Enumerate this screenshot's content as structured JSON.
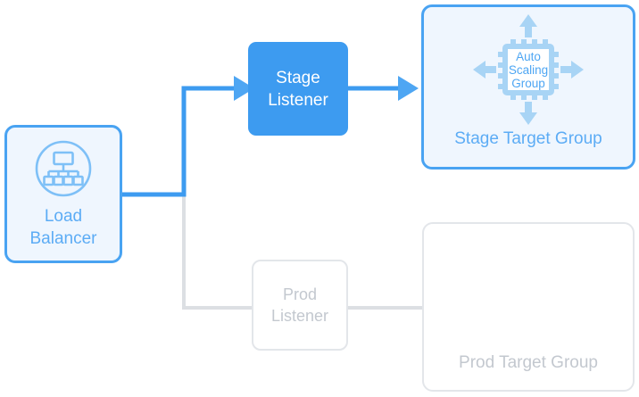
{
  "diagram": {
    "title": "Load balancer listener / target group routing diagram",
    "colors": {
      "accent_blue": "#49a3f2",
      "solid_blue": "#3d9bf0",
      "light_blue_fill": "#eff6fe",
      "icon_blue": "#a8d4f5",
      "text_blue": "#5cacf5",
      "muted_gray": "#c3c8cf",
      "border_gray": "#e3e6ea",
      "connector_gray": "#dcdfe3",
      "white": "#ffffff"
    },
    "nodes": {
      "load_balancer": {
        "label": "Load\nBalancer",
        "icon": "load-balancer-hierarchy-icon",
        "state": "active"
      },
      "stage_listener": {
        "label": "Stage\nListener",
        "state": "active"
      },
      "prod_listener": {
        "label": "Prod\nListener",
        "state": "inactive"
      },
      "stage_target_group": {
        "label": "Stage Target Group",
        "icon_label": "Auto\nScaling\nGroup",
        "icon": "auto-scaling-group-chip-icon",
        "state": "active"
      },
      "prod_target_group": {
        "label": "Prod Target Group",
        "state": "inactive"
      }
    },
    "connectors": [
      {
        "name": "load-balancer-to-stage-listener",
        "from": "load_balancer",
        "to": "stage_listener",
        "style": "active-blue",
        "arrowhead": true
      },
      {
        "name": "stage-listener-to-stage-target-group",
        "from": "stage_listener",
        "to": "stage_target_group",
        "style": "active-blue",
        "arrowhead": true
      },
      {
        "name": "load-balancer-to-prod-listener",
        "from": "load_balancer",
        "to": "prod_listener",
        "style": "inactive-gray",
        "arrowhead": false
      },
      {
        "name": "prod-listener-to-prod-target-group",
        "from": "prod_listener",
        "to": "prod_target_group",
        "style": "inactive-gray",
        "arrowhead": false
      }
    ]
  }
}
